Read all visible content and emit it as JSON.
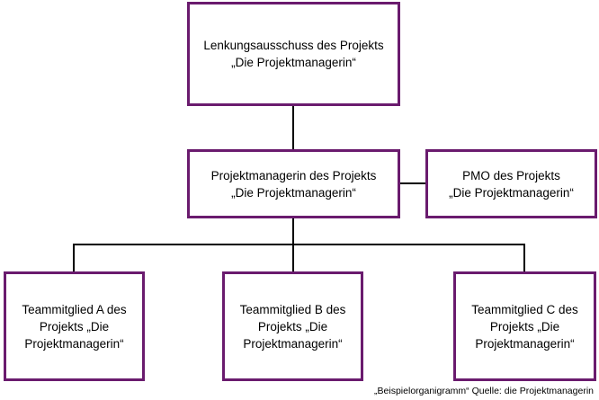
{
  "nodes": {
    "steering": "Lenkungsausschuss des Projekts\n„Die Projektmanagerin“",
    "pm": "Projektmanagerin des Projekts\n„Die Projektmanagerin“",
    "pmo": "PMO des Projekts\n„Die Projektmanagerin“",
    "member_a": "Teammitglied A des\nProjekts „Die\nProjektmanagerin“",
    "member_b": "Teammitglied B des\nProjekts „Die\nProjektmanagerin“",
    "member_c": "Teammitglied C des\nProjekts „Die\nProjektmanagerin“"
  },
  "caption": "„Beispielorganigramm“ Quelle:  die Projektmanagerin",
  "colors": {
    "box_border": "#6a1b6e",
    "connector": "#000000"
  }
}
